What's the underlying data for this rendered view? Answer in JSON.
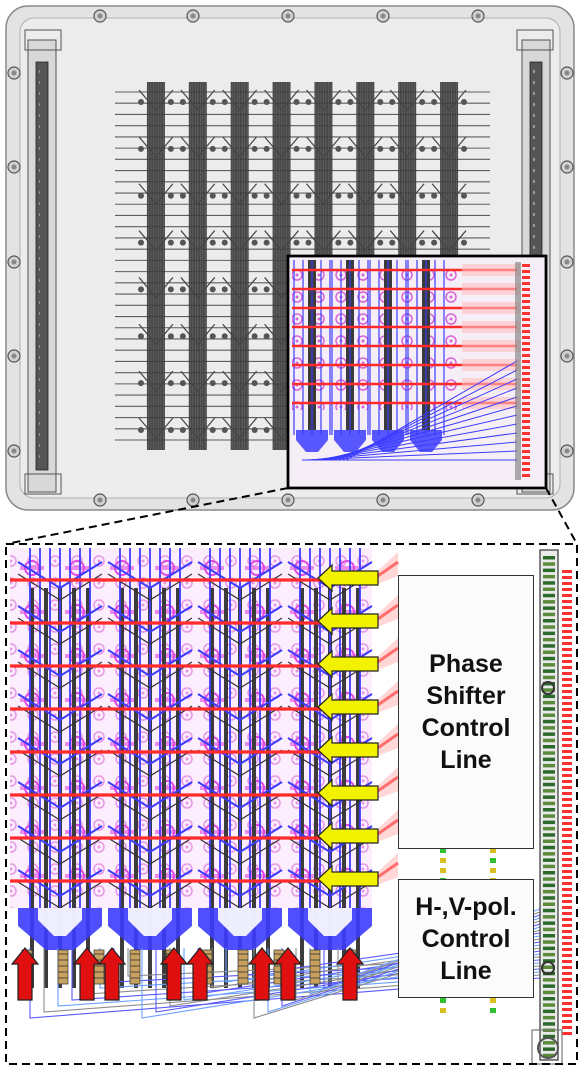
{
  "labels": {
    "phase_shifter": "Phase Shifter Control Line",
    "hv_pol": "H-,V-pol. Control Line"
  },
  "colors": {
    "board_fill": "#e2e2e2",
    "board_edge": "#8a8a8a",
    "trace_dark": "#3a3a3a",
    "magenta": "#e04ae0",
    "blue": "#3c3cff",
    "red_line": "#ff2a2a",
    "yellow_arrow": "#f2f200",
    "red_arrow": "#e01010",
    "connector_green": "#4a8a3a"
  },
  "counts": {
    "antenna_columns": 8,
    "antenna_rows": 8,
    "phase_control_lines": 8,
    "polarization_control_lines": 8
  }
}
